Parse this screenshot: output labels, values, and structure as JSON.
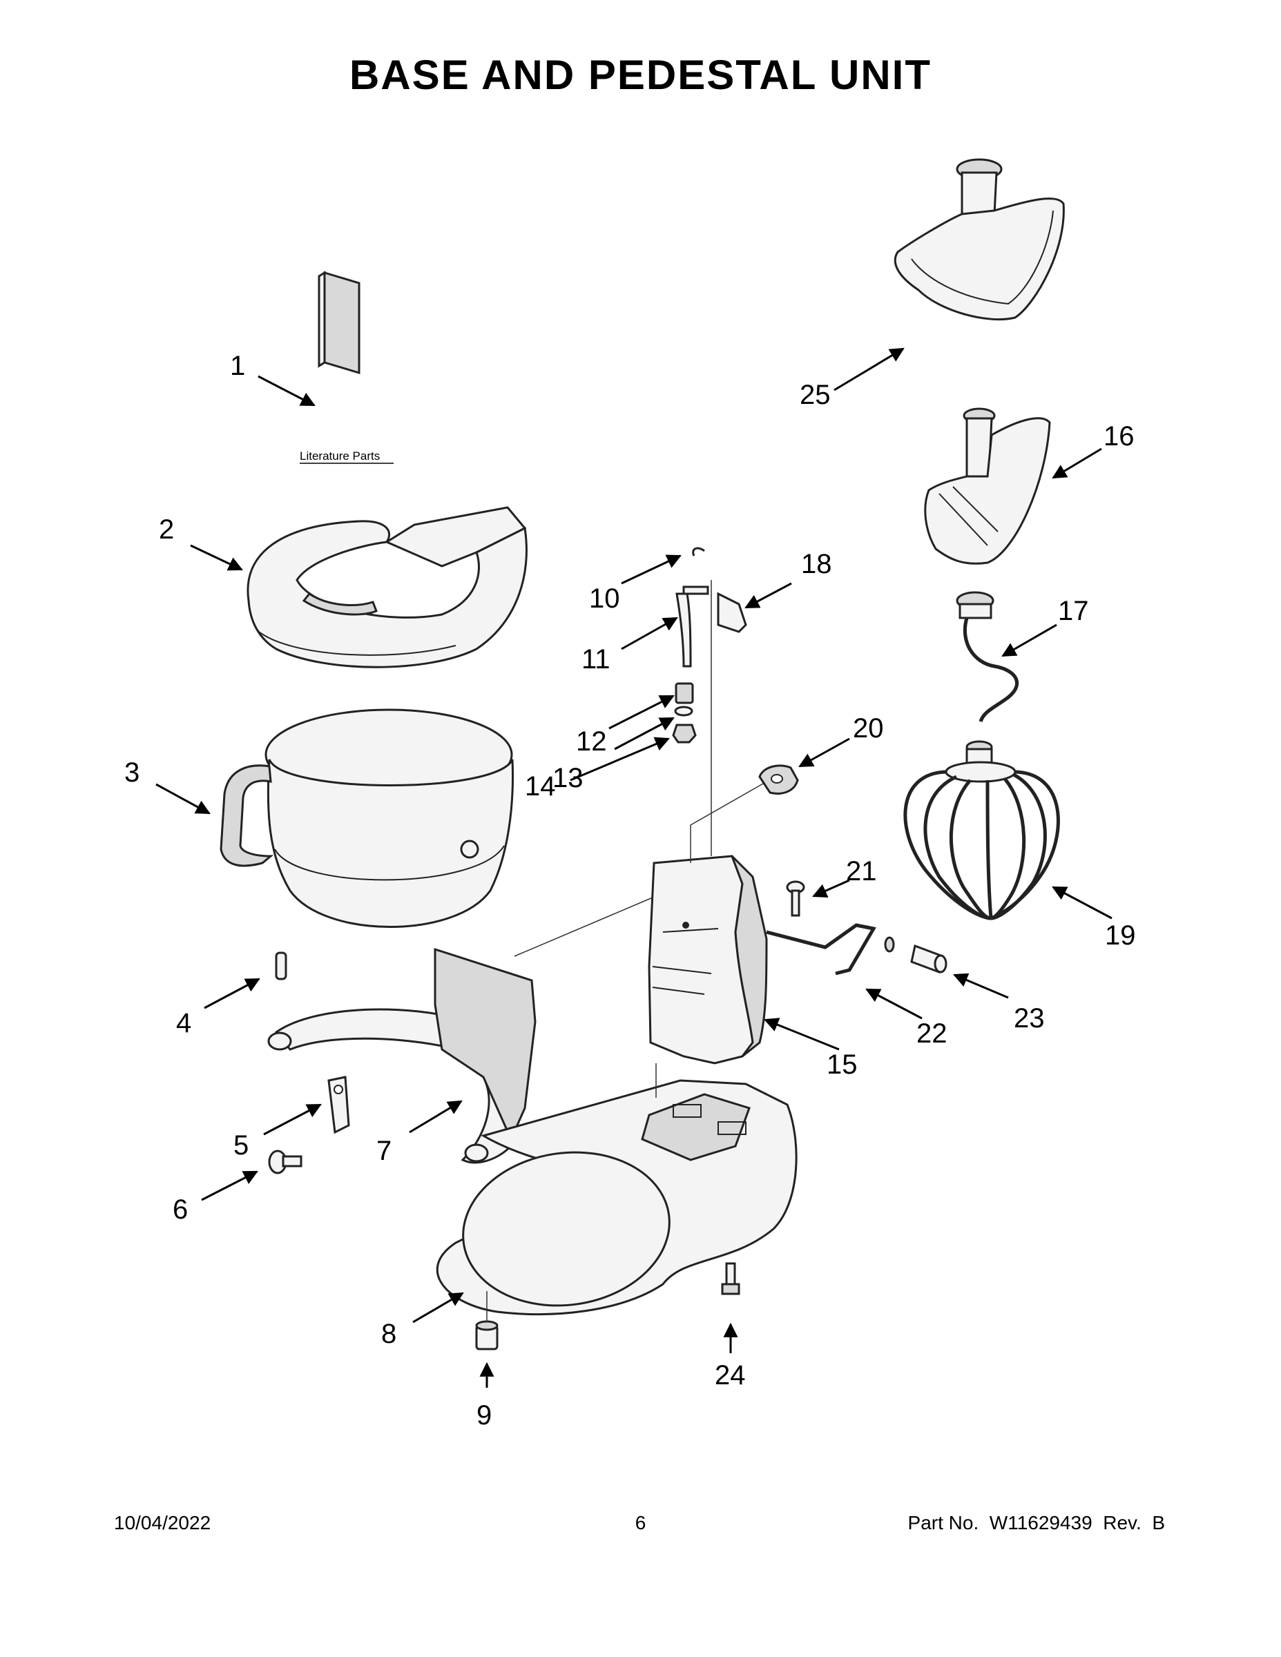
{
  "title": "BASE AND PEDESTAL UNIT",
  "literature_label": "Literature Parts",
  "callouts": {
    "c1": "1",
    "c2": "2",
    "c3": "3",
    "c4": "4",
    "c5": "5",
    "c6": "6",
    "c7": "7",
    "c8": "8",
    "c9": "9",
    "c10": "10",
    "c11": "11",
    "c12": "12",
    "c13": "13",
    "c14": "14",
    "c15": "15",
    "c16": "16",
    "c17": "17",
    "c18": "18",
    "c19": "19",
    "c20": "20",
    "c21": "21",
    "c22": "22",
    "c23": "23",
    "c24": "24",
    "c25": "25"
  },
  "footer": {
    "date": "10/04/2022",
    "page": "6",
    "part_no": "Part No.  W11629439  Rev.  B"
  }
}
